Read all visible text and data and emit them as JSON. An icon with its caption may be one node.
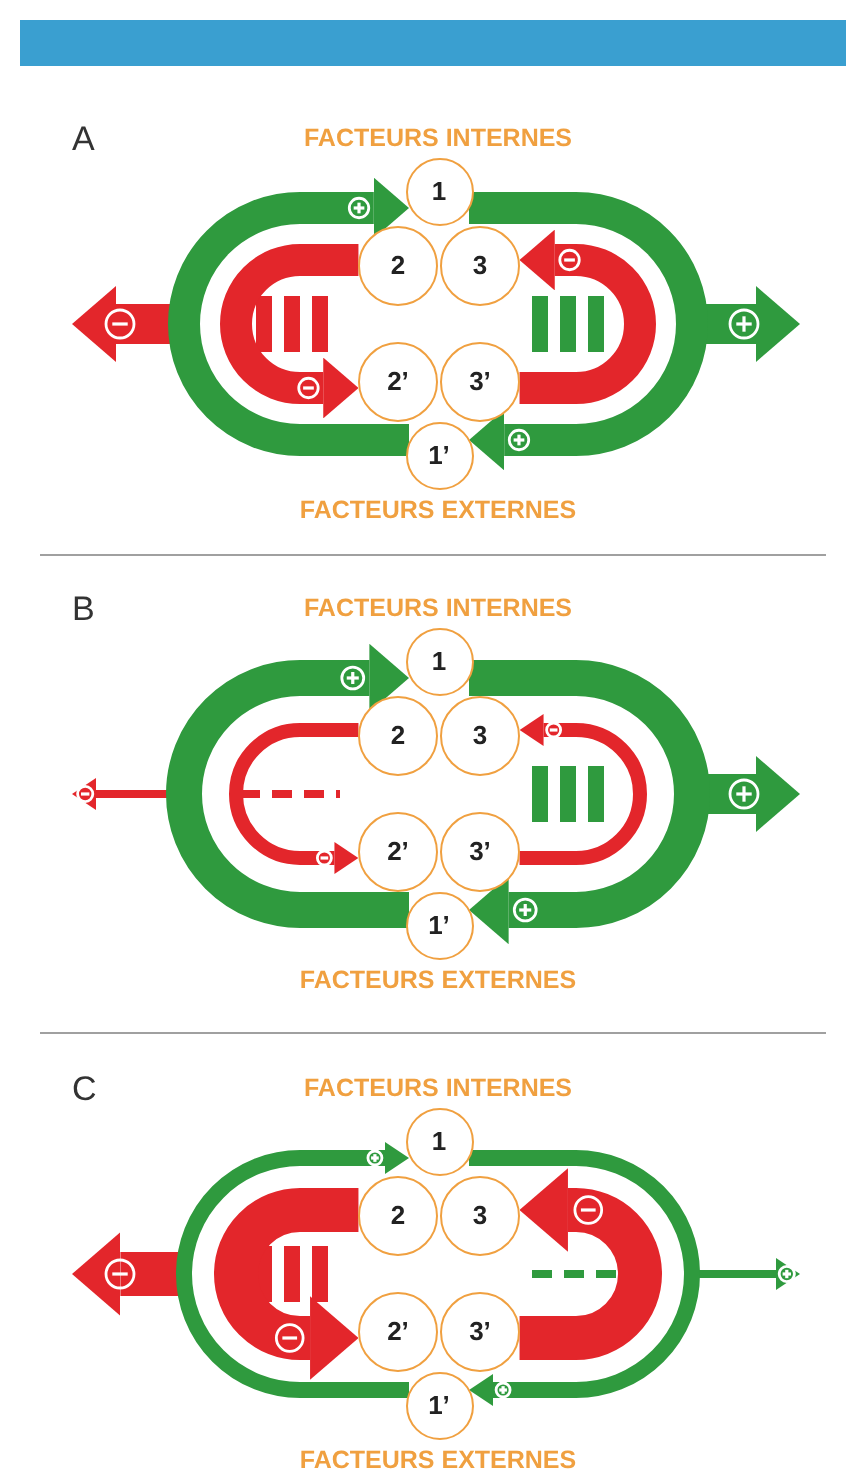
{
  "diagram": {
    "nodes": [
      {
        "text": [
          "1"
        ]
      },
      {
        "text": [
          "2"
        ]
      },
      {
        "text": [
          "3"
        ]
      },
      {
        "text": [
          "2’"
        ]
      },
      {
        "text": [
          "3’"
        ]
      },
      {
        "text": [
          "1’"
        ]
      },
      {
        "text": [
          "1"
        ]
      },
      {
        "text": [
          "2"
        ]
      },
      {
        "text": [
          "3"
        ]
      },
      {
        "text": [
          "2’"
        ]
      },
      {
        "text": [
          "3’"
        ]
      },
      {
        "text": [
          "1’"
        ]
      },
      {
        "text": [
          "1"
        ]
      },
      {
        "text": [
          "2"
        ]
      },
      {
        "text": [
          "3"
        ]
      },
      {
        "text": [
          "2’"
        ]
      },
      {
        "text": [
          "3’"
        ]
      },
      {
        "text": [
          "1’"
        ]
      }
    ],
    "edges": [
      {
        "from": 1,
        "to": 3,
        "arrow": "to",
        "color": "#e3262b"
      },
      {
        "from": 5,
        "to": 0,
        "arrow": "to",
        "color": "#2f9a3e"
      },
      {
        "from": 0,
        "to": 5,
        "arrow": "to",
        "color": "#2f9a3e"
      },
      {
        "from": 4,
        "to": 2,
        "arrow": "to",
        "color": "#e3262b"
      },
      {
        "from": 7,
        "to": 9,
        "arrow": "to",
        "color": "#e3262b"
      },
      {
        "from": 11,
        "to": 6,
        "arrow": "to",
        "color": "#2f9a3e"
      },
      {
        "from": 6,
        "to": 11,
        "arrow": "to",
        "color": "#2f9a3e"
      },
      {
        "from": 10,
        "to": 8,
        "arrow": "to",
        "color": "#e3262b"
      },
      {
        "from": 13,
        "to": 15,
        "arrow": "to",
        "color": "#e3262b"
      },
      {
        "from": 17,
        "to": 12,
        "arrow": "to",
        "color": "#2f9a3e"
      },
      {
        "from": 12,
        "to": 17,
        "arrow": "to",
        "color": "#2f9a3e"
      },
      {
        "from": 16,
        "to": 14,
        "arrow": "to",
        "color": "#e3262b"
      }
    ],
    "labels": [
      "A",
      "FACTEURS INTERNES",
      "FACTEURS EXTERNES",
      "B",
      "FACTEURS INTERNES",
      "FACTEURS EXTERNES",
      "C",
      "FACTEURS INTERNES",
      "FACTEURS EXTERNES"
    ]
  }
}
